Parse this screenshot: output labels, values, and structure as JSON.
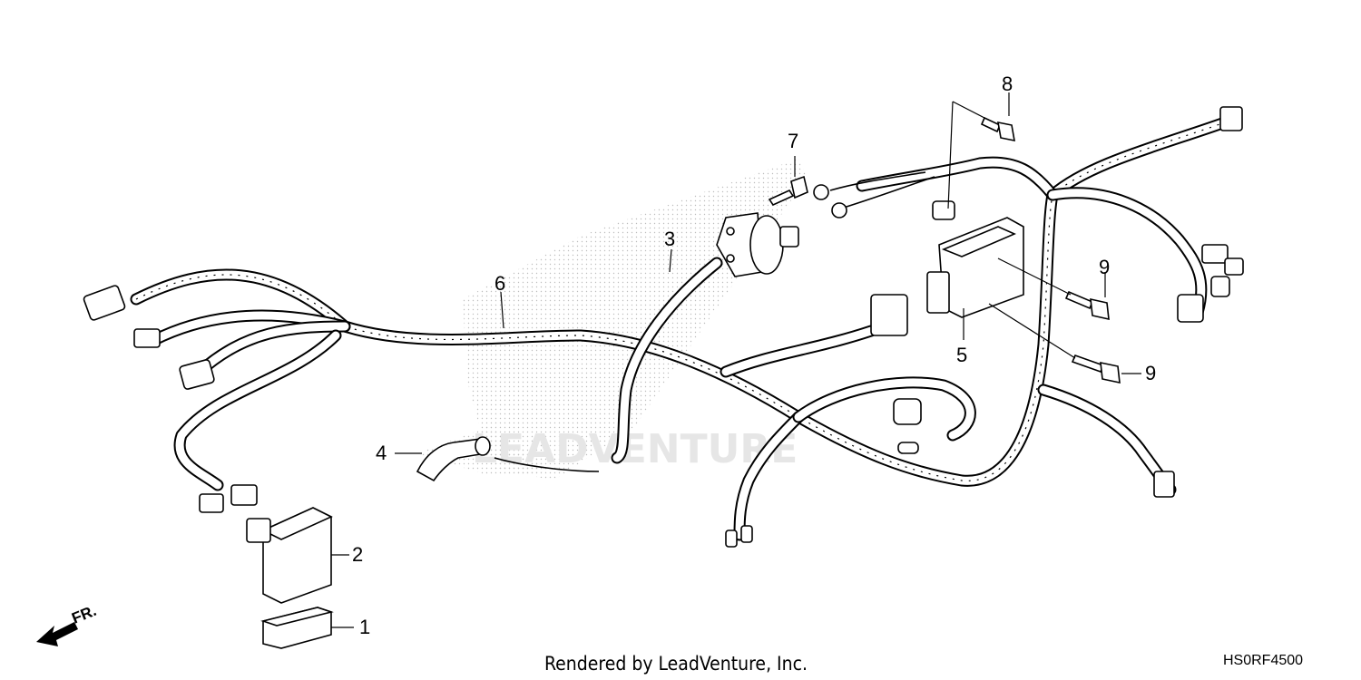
{
  "diagram": {
    "callouts": [
      {
        "id": "c1",
        "label": "1"
      },
      {
        "id": "c2",
        "label": "2"
      },
      {
        "id": "c3",
        "label": "3"
      },
      {
        "id": "c4",
        "label": "4"
      },
      {
        "id": "c5",
        "label": "5"
      },
      {
        "id": "c6",
        "label": "6"
      },
      {
        "id": "c7",
        "label": "7"
      },
      {
        "id": "c8",
        "label": "8"
      },
      {
        "id": "c9a",
        "label": "9"
      },
      {
        "id": "c9b",
        "label": "9"
      }
    ],
    "direction_marker": "FR.",
    "footer_text": "Rendered by LeadVenture, Inc.",
    "diagram_code": "HS0RF4500",
    "watermark_text": "LEADVENTURE"
  },
  "colors": {
    "line": "#000000",
    "background": "#ffffff",
    "stipple": "#bdbdbd",
    "watermark": "#e6e6e6"
  }
}
